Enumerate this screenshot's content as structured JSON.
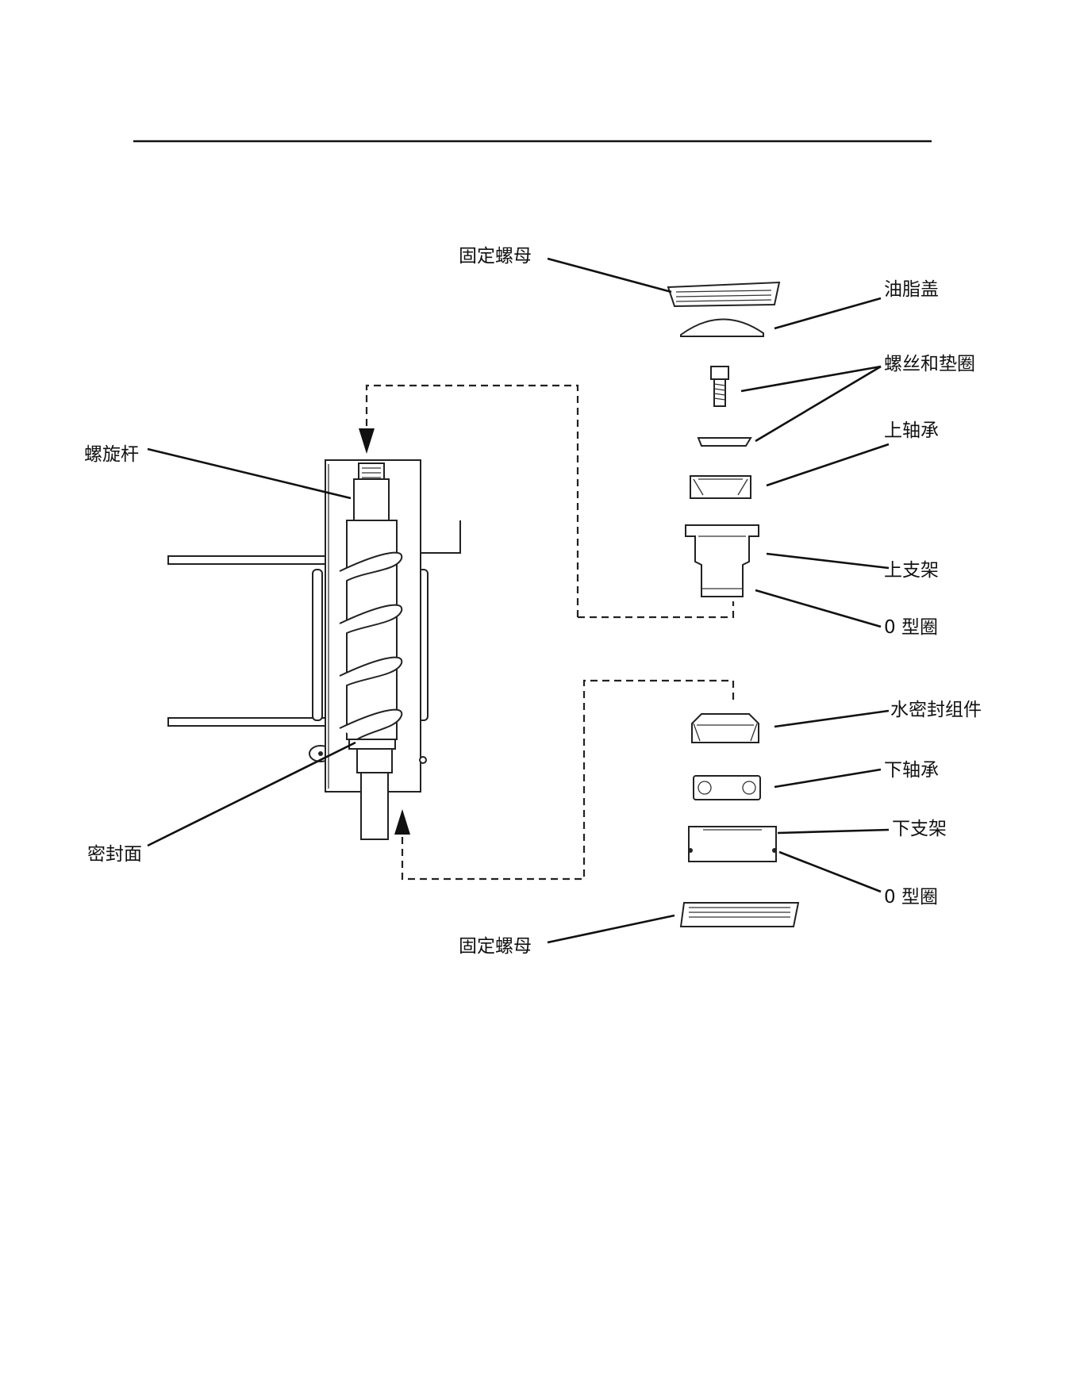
{
  "diagram": {
    "labels": {
      "fixing_nut_top": "固定螺母",
      "grease_cap": "油脂盖",
      "screw_washer": "螺丝和垫圈",
      "upper_bearing": "上轴承",
      "upper_bracket": "上支架",
      "o_ring_upper": "0 型圈",
      "water_seal": "水密封组件",
      "lower_bearing": "下轴承",
      "lower_bracket": "下支架",
      "o_ring_lower": "0 型圈",
      "fixing_nut_bottom": "固定螺母",
      "auger": "螺旋杆",
      "seal_face": "密封面"
    },
    "colors": {
      "ink": "#111111",
      "paper": "#ffffff"
    }
  }
}
